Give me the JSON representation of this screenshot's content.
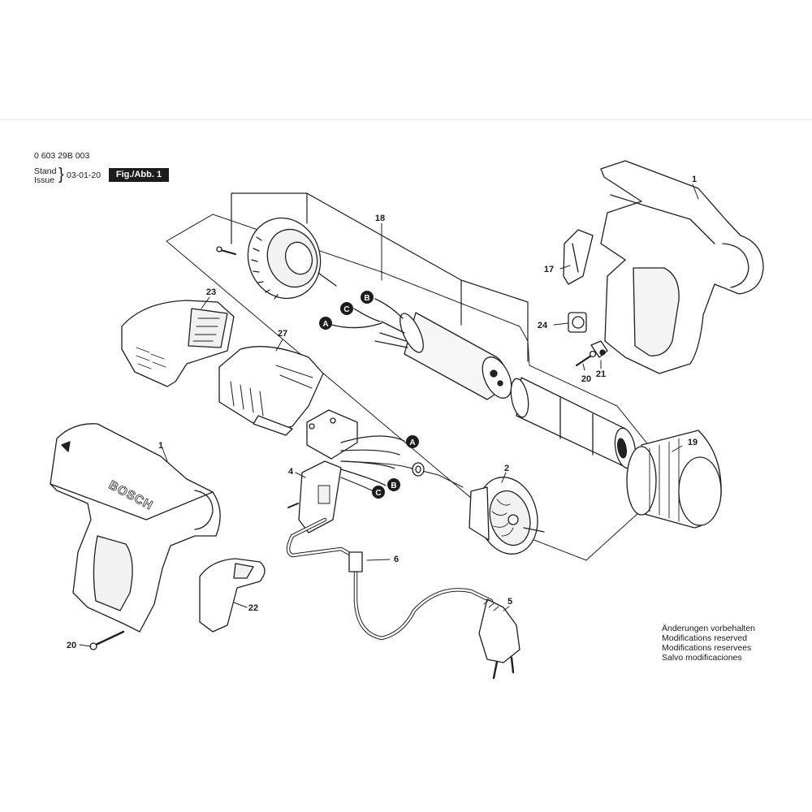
{
  "header": {
    "doc_number": "0 603 29B 003",
    "stand_label": "Stand",
    "issue_label": "Issue",
    "date": "03-01-20",
    "figure_label": "Fig./Abb. 1"
  },
  "brand_mark": "BOSCH",
  "notice": [
    "Änderungen vorbehalten",
    "Modifications reserved",
    "Modifications reservees",
    "Salvo modificaciones"
  ],
  "callouts": {
    "c1_top": "1",
    "c18": "18",
    "c17": "17",
    "c24": "24",
    "c20_right": "20",
    "c21": "21",
    "c23": "23",
    "c27": "27",
    "c19": "19",
    "c1_left": "1",
    "c2": "2",
    "c4": "4",
    "c6": "6",
    "c5": "5",
    "c22": "22",
    "c20_left": "20"
  },
  "connectors": {
    "a1": "A",
    "b1": "B",
    "c1": "C",
    "a2": "A",
    "b2": "B",
    "c2": "C"
  }
}
